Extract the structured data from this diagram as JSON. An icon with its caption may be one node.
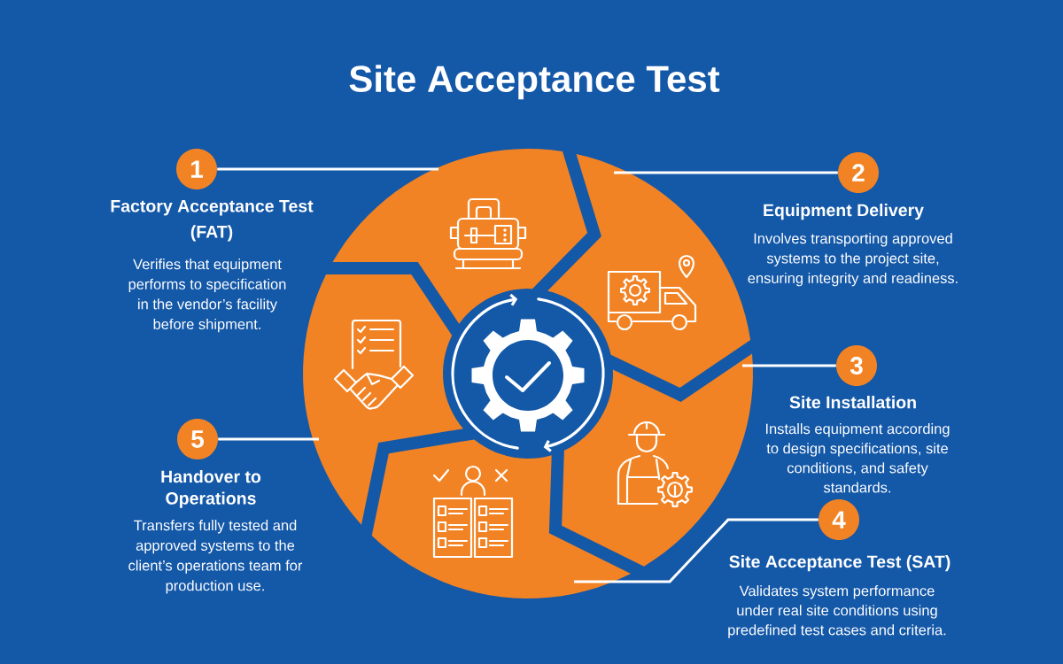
{
  "diagram": {
    "title": "Site Acceptance Test",
    "nodes": [
      {
        "text": [
          "1",
          "Factory Acceptance Test (FAT)",
          "Verifies that equipment performs to specification in the vendor’s facility before shipment."
        ]
      },
      {
        "text": [
          "2",
          "Equipment Delivery",
          "Involves transporting approved systems to the project site, ensuring integrity and readiness."
        ]
      },
      {
        "text": [
          "3",
          "Site Installation",
          "Installs equipment according to design specifications, site conditions, and safety standards."
        ]
      },
      {
        "text": [
          "4",
          "Site Acceptance Test (SAT)",
          "Validates system performance under real site conditions using predefined test cases and criteria."
        ]
      },
      {
        "text": [
          "5",
          "Handover to Operations",
          "Transfers fully tested and approved systems to the client’s operations team for production use."
        ]
      },
      {
        "text": [],
        "shape": "picture"
      },
      {
        "text": [],
        "shape": "picture"
      },
      {
        "text": [],
        "shape": "picture"
      },
      {
        "text": [],
        "shape": "picture"
      },
      {
        "text": [],
        "shape": "picture"
      }
    ],
    "edges": [
      {
        "from": 0,
        "to": 5,
        "arrow": "none"
      },
      {
        "from": 1,
        "to": 6,
        "arrow": "none"
      },
      {
        "from": 2,
        "to": 7,
        "arrow": "none"
      },
      {
        "from": 3,
        "to": 8,
        "arrow": "none"
      },
      {
        "from": 4,
        "to": 9,
        "arrow": "none"
      }
    ]
  }
}
